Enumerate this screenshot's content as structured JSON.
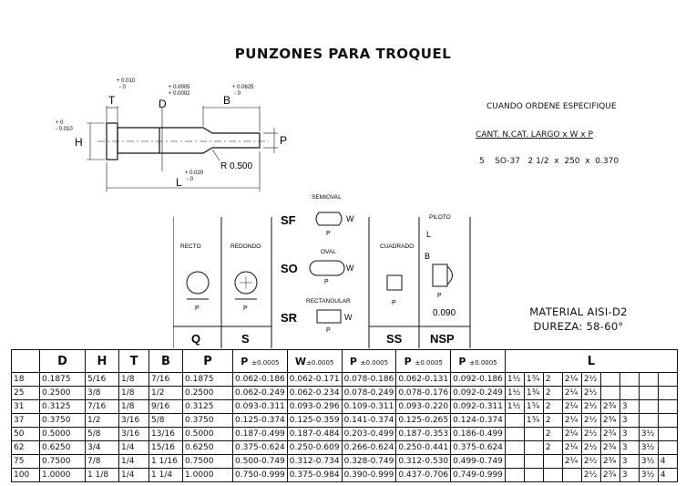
{
  "title": "PUNZONES PARA TROQUEL",
  "order": {
    "heading": "CUANDO ORDENE ESPECIFIQUE",
    "format": "CANT. N.CAT. LARGO x W x P",
    "example": "5    SO-37   2 1/2  x  250  x  0.370"
  },
  "material": {
    "line1": "MATERIAL AISI-D2",
    "line2": "DUREZA: 58-60°"
  },
  "drawing": {
    "T": "T",
    "D": "D",
    "B": "B",
    "H": "H",
    "L": "L",
    "P": "P",
    "tol_t": [
      "+ 0.010",
      "- 0"
    ],
    "tol_d": [
      "+ 0.0005",
      "+ 0.0002"
    ],
    "tol_b": [
      "+ 0.0625",
      "- 0"
    ],
    "tol_h": [
      "+ 0",
      "- 0.010"
    ],
    "tol_l": [
      "+ 0.020",
      "- 0"
    ],
    "radius": "R 0.500"
  },
  "shapes": {
    "recto": "RECTO",
    "redondo": "REDONDO",
    "semioval": "SEMIOVAL",
    "oval": "OVAL",
    "rectangular": "RECTANGULAR",
    "cuadrado": "CUADRADO",
    "piloto": "PILOTO",
    "sf": "SF",
    "so": "SO",
    "sr": "SR",
    "w": "W",
    "p": "P",
    "l": "L",
    "b": "B",
    "piloto_value": "0.090",
    "col_q": "Q",
    "col_s": "S",
    "col_ss": "SS",
    "col_nsp": "NSP"
  },
  "table": {
    "headers": [
      "",
      "D",
      "H",
      "T",
      "B",
      "P",
      "P",
      "W",
      "P",
      "P",
      "P",
      "L"
    ],
    "tol": "±0.0005",
    "rows": [
      {
        "n": "18",
        "d": "0.1875",
        "h": "5/16",
        "t": "1/8",
        "b": "7/16",
        "p": "0.1875",
        "s": "0.062-0.186",
        "w": "0.062-0.171",
        "p2": "0.078-0.186",
        "ss": "0.062-0.131",
        "nsp": "0.092-0.186",
        "l": [
          "1½",
          "1¾",
          "2",
          "2¼",
          "2½",
          "",
          "",
          "",
          ""
        ]
      },
      {
        "n": "25",
        "d": "0.2500",
        "h": "3/8",
        "t": "1/8",
        "b": "1/2",
        "p": "0.2500",
        "s": "0.062-0.249",
        "w": "0.062-0.234",
        "p2": "0.078-0.249",
        "ss": "0.078-0.176",
        "nsp": "0.092-0.249",
        "l": [
          "1½",
          "1¾",
          "2",
          "2¼",
          "2½",
          "",
          "",
          "",
          ""
        ]
      },
      {
        "n": "31",
        "d": "0.3125",
        "h": "7/16",
        "t": "1/8",
        "b": "9/16",
        "p": "0.3125",
        "s": "0.093-0.311",
        "w": "0.093-0.296",
        "p2": "0.109-0.311",
        "ss": "0.093-0.220",
        "nsp": "0.092-0.311",
        "l": [
          "1½",
          "1¾",
          "2",
          "2¼",
          "2½",
          "2¾",
          "3",
          "",
          ""
        ]
      },
      {
        "n": "37",
        "d": "0.3750",
        "h": "1/2",
        "t": "3/16",
        "b": "5/8",
        "p": "0.3750",
        "s": "0.125-0.374",
        "w": "0.125-0.359",
        "p2": "0.141-0.374",
        "ss": "0.125-0.265",
        "nsp": "0.124-0.374",
        "l": [
          "",
          "1¾",
          "2",
          "2¼",
          "2½",
          "2¾",
          "3",
          "",
          ""
        ]
      },
      {
        "n": "50",
        "d": "0.5000",
        "h": "5/8",
        "t": "3/16",
        "b": "13/16",
        "p": "0.5000",
        "s": "0.187-0.499",
        "w": "0.187-0.484",
        "p2": "0.203-0.499",
        "ss": "0.187-0.353",
        "nsp": "0.186-0.499",
        "l": [
          "",
          "",
          "2",
          "2¼",
          "2½",
          "2¾",
          "3",
          "3½",
          ""
        ]
      },
      {
        "n": "62",
        "d": "0.6250",
        "h": "3/4",
        "t": "1/4",
        "b": "15/16",
        "p": "0.6250",
        "s": "0.375-0.624",
        "w": "0.250-0.609",
        "p2": "0.266-0.624",
        "ss": "0.250-0.441",
        "nsp": "0.375-0.624",
        "l": [
          "",
          "",
          "2",
          "2¼",
          "2½",
          "2¾",
          "3",
          "3½",
          ""
        ]
      },
      {
        "n": "75",
        "d": "0.7500",
        "h": "7/8",
        "t": "1/4",
        "b": "1 1/16",
        "p": "0.7500",
        "s": "0.500-0.749",
        "w": "0.312-0.734",
        "p2": "0.328-0.749",
        "ss": "0.312-0.530",
        "nsp": "0.499-0.749",
        "l": [
          "",
          "",
          "",
          "2¼",
          "2½",
          "2¾",
          "3",
          "3½",
          "4"
        ]
      },
      {
        "n": "100",
        "d": "1.0000",
        "h": "1 1/8",
        "t": "1/4",
        "b": "1 1/4",
        "p": "1.0000",
        "s": "0.750-0.999",
        "w": "0.375-0.984",
        "p2": "0.390-0.999",
        "ss": "0.437-0.706",
        "nsp": "0.749-0.999",
        "l": [
          "",
          "",
          "",
          "",
          "2½",
          "2¾",
          "3",
          "3½",
          "4"
        ]
      }
    ]
  }
}
